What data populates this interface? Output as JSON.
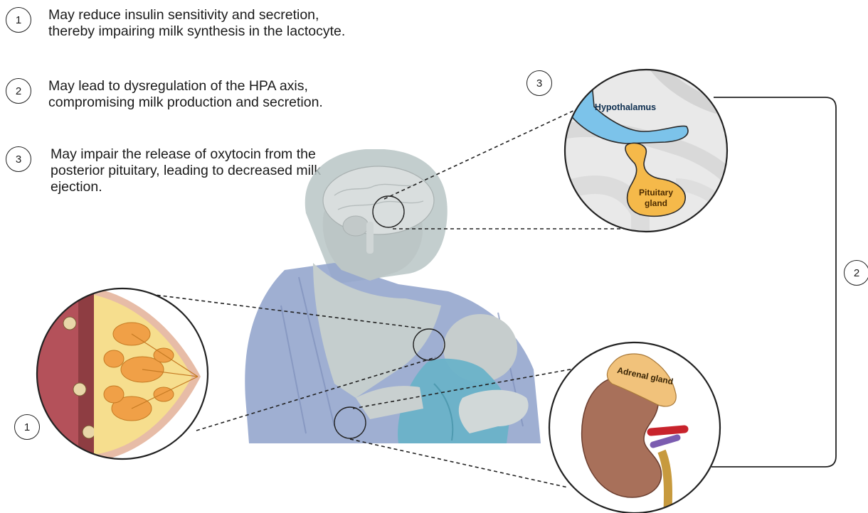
{
  "legend": [
    {
      "number": "1",
      "text": "May reduce insulin sensitivity and secretion, thereby impairing milk synthesis in the lactocyte."
    },
    {
      "number": "2",
      "text": "May lead to dysregulation of the HPA axis, compromising milk production and secretion."
    },
    {
      "number": "3",
      "text": "May impair the release of oxytocin from the posterior pituitary, leading to decreased milk ejection."
    }
  ],
  "callouts": {
    "brain_number": "3",
    "axis_number": "2",
    "breast_number": "1"
  },
  "labels": {
    "hypothalamus": "Hypothalamus",
    "pituitary_line1": "Pituitary",
    "pituitary_line2": "gland",
    "adrenal": "Adrenal gland"
  },
  "colors": {
    "hypothalamus": "#7cc3ea",
    "pituitary": "#f5b94a",
    "kidney": "#a8705a",
    "adrenal": "#f1c27b",
    "mother_skin": "#c9d1d1",
    "robe": "#93a4cc",
    "baby_blanket": "#6bb6c9"
  }
}
